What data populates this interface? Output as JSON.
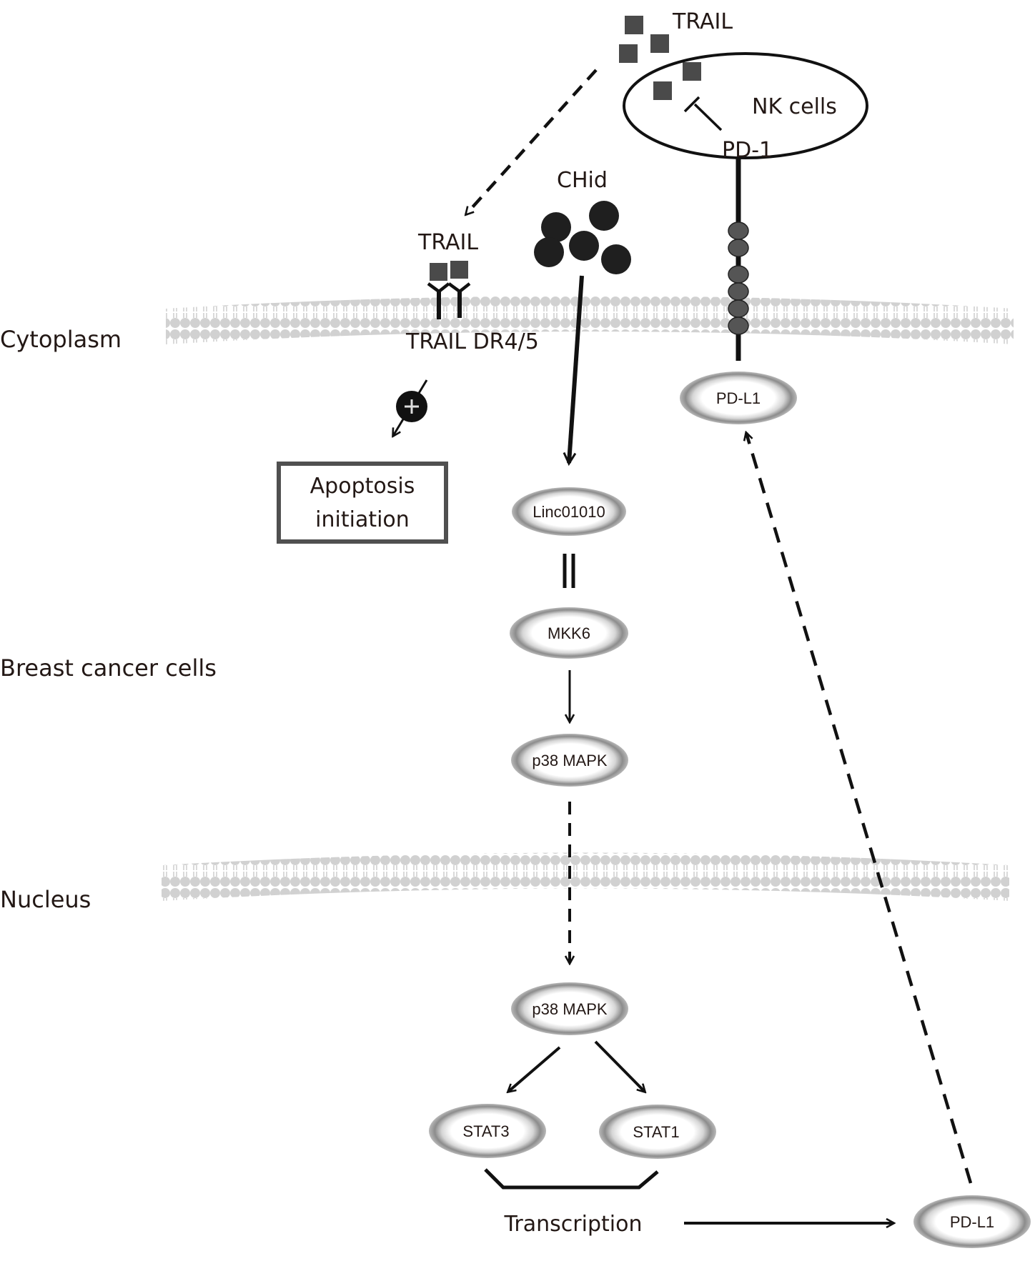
{
  "compartments": {
    "cytoplasm": "Cytoplasm",
    "breast_cancer_cells": "Breast cancer cells",
    "nucleus": "Nucleus"
  },
  "nk_cell": {
    "label": "NK cells",
    "receptor": "PD-1",
    "ligand_label": "TRAIL"
  },
  "trail_receptor": {
    "ligand_label": "TRAIL",
    "receptor_label": "TRAIL DR4/5"
  },
  "drug": {
    "label": "CHid"
  },
  "outcome_box": {
    "line1": "Apoptosis",
    "line2": "initiation"
  },
  "nodes": {
    "pdl1_membrane": "PD-L1",
    "linc": "Linc01010",
    "mkk6": "MKK6",
    "p38_cyto": "p38 MAPK",
    "p38_nuc": "p38 MAPK",
    "stat3": "STAT3",
    "stat1": "STAT1",
    "pdl1_product": "PD-L1"
  },
  "transcription_label": "Transcription",
  "colors": {
    "ink": "#231815",
    "square": "#4a4a4a",
    "drug_particle": "#1f1f1f",
    "pd1_bead": "#555555",
    "membrane": "#c8c8c8",
    "box_border": "#505050"
  }
}
